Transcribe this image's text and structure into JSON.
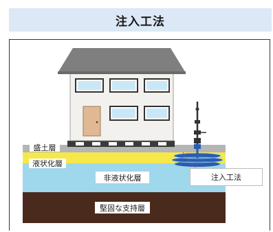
{
  "title": "注入工法",
  "labels": {
    "fill_layer": "盛土層",
    "liquefaction_layer": "液状化層",
    "non_liquefaction_layer": "非液状化層",
    "bearing_layer": "堅固な支持層",
    "method_callout": "注入工法"
  },
  "colors": {
    "title_bg": "#dce8f5",
    "fill_layer": "#b5b5b5",
    "liquefaction_layer": "#f6e84a",
    "non_liquefaction_layer": "#9fd7ec",
    "bearing_layer": "#4a2a1c",
    "injection": "#2a5db0",
    "callout_line": "#d04060"
  }
}
